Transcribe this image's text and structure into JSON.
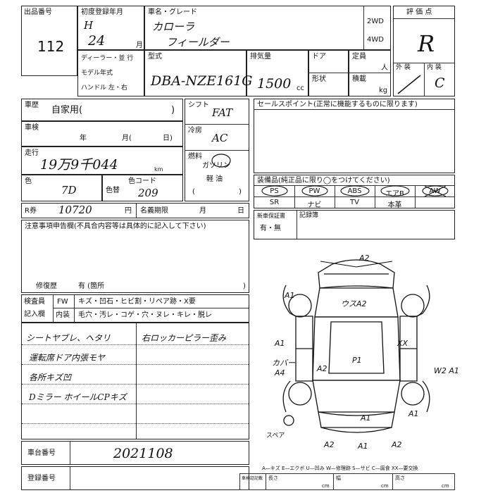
{
  "header": {
    "lot_label": "出品番号",
    "lot_value": "112",
    "first_reg_label": "初度登録年月",
    "era": "H",
    "year": "24",
    "month_unit": "月",
    "name_label": "車名・グレード",
    "make": "カローラ",
    "grade": "フィールダー",
    "drive_2wd": "2WD",
    "drive_4wd": "4WD",
    "dealer_label": "ディーラー・並 行",
    "model_year_label": "モデル年式",
    "handle_label": "ハンドル 左・右",
    "model_label": "型式",
    "model_value": "DBA-NZE161G",
    "disp_label": "排気量",
    "disp_value": "1500",
    "disp_unit": "cc",
    "doors_label": "ドア",
    "shape_label": "形状",
    "capacity_label": "定員",
    "capacity_unit": "人",
    "load_label": "積載",
    "load_unit": "kg",
    "score_label": "評 価 点",
    "score_value": "R",
    "ext_label": "外 装",
    "int_label": "内 装",
    "int_value": "C"
  },
  "history": {
    "label": "車歴",
    "value": "自家用(",
    "close": ")",
    "shift_label": "シフト",
    "shift_value": "FAT",
    "ac_label": "冷房",
    "ac_value": "AC",
    "fuel_label": "燃料",
    "fuel_gas": "ガソリン",
    "fuel_diesel": "軽 油",
    "fuel_paren_open": "(",
    "fuel_paren_close": ")",
    "inspection_label": "車検",
    "insp_year": "年",
    "insp_month": "月(",
    "insp_day": "日)",
    "mileage_label": "走行",
    "mileage_value": "19万9千044",
    "mileage_unit": "km",
    "color_label": "色",
    "color_value": "7D",
    "color_change_label": "色替",
    "color_code_label": "色コード",
    "color_code_value": "209",
    "recycle_label": "R券",
    "recycle_value": "10720",
    "recycle_unit": "円",
    "name_exp_label": "名義期限",
    "name_exp_month": "月",
    "name_exp_day": "日"
  },
  "notes": {
    "label": "注意事項申告欄(不具合内容等は具体的に記入して下さい)",
    "repair_label": "修復歴",
    "repair_value": "有 (箇所",
    "repair_close": ")"
  },
  "inspector": {
    "label1": "検査員",
    "label2": "記入欄",
    "fw_label": "FW",
    "fw_items": "キズ・凹石・ヒビ割・リペア跡・X要",
    "in_label": "内装",
    "in_items": "毛穴・汚レ・コゲ・穴・ヌレ・キレ・脱レ",
    "lines": [
      "シートヤブレ、ヘタリ",
      "運転席ドア内張モヤ",
      "各所キズ凹",
      "Dミラー ホイールCPキズ"
    ],
    "right_note": "右ロッカーピラー歪み"
  },
  "sales": {
    "label": "セールスポイント(正常に機能するものに限ります)",
    "equip_label": "装備品(純正品に限り◯をつけてください)",
    "equip_row1": [
      "PS",
      "PW",
      "ABS",
      "エアB",
      "AW"
    ],
    "equip_row2": [
      "SR",
      "ナビ",
      "TV",
      "本革"
    ],
    "manual_label": "新車保証書",
    "manual_value": "有・無",
    "record_label": "記録簿"
  },
  "diagram": {
    "marks": [
      "A2",
      "A1",
      "ウスA2",
      "A1",
      "XX",
      "A1",
      "カバーA4",
      "A2",
      "P1",
      "W2 A1",
      "A1",
      "A1",
      "A2",
      "A1",
      "A2"
    ],
    "spare_label": "スペア",
    "legend": "A—キズ E—エクボ U—凹み W—修理跡 S—サビ C—腐食 XX—要交換",
    "dims": [
      "長さ",
      "幅",
      "高さ",
      "cm",
      "cm",
      "cm"
    ],
    "dims_label": "車検証記載"
  },
  "footer": {
    "chassis_label": "車台番号",
    "chassis_value": "2021108",
    "reg_label": "登録番号"
  }
}
